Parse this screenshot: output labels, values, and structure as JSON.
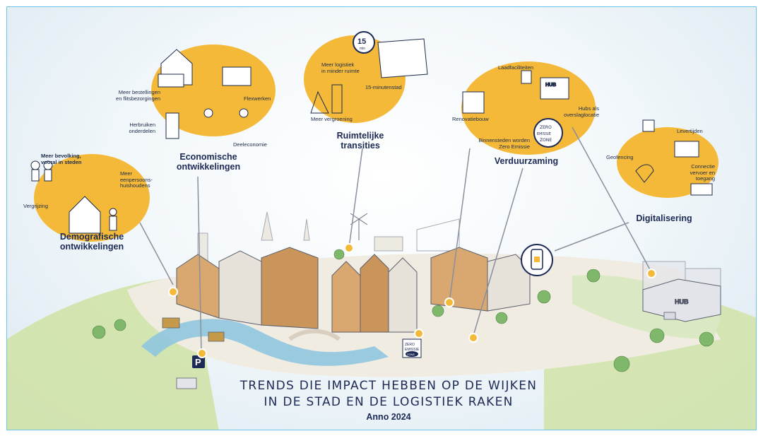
{
  "heading": {
    "line1": "TRENDS DIE IMPACT HEBBEN OP DE WIJKEN",
    "line2": "IN DE STAD EN DE LOGISTIEK RAKEN",
    "year": "Anno 2024"
  },
  "demografisch": {
    "title_line1": "Demografische",
    "title_line2": "ontwikkelingen",
    "bevolking_1": "Meer bevolking,",
    "bevolking_2": "vooral in steden",
    "eenpersoons_1": "Meer",
    "eenpersoons_2": "eenpersoons-",
    "eenpersoons_3": "huishoudens",
    "vergrijzing": "Vergrijzing"
  },
  "economisch": {
    "title_line1": "Economische",
    "title_line2": "ontwikkelingen",
    "bestellingen_1": "Meer bestellingen",
    "bestellingen_2": "en flitsbezorgingen",
    "flexwerken": "Flexwerken",
    "herbruiken_1": "Herbruiken",
    "herbruiken_2": "onderdelen",
    "deeleconomie": "Deeleconomie"
  },
  "ruimtelijk": {
    "title_line1": "Ruimtelijke",
    "title_line2": "transities",
    "clock_number": "15",
    "clock_unit": "min",
    "logistiek_1": "Meer logistiek",
    "logistiek_2": "in minder ruimte",
    "stad15": "15-minutenstad",
    "vergroening": "Meer vergroening"
  },
  "verduurzaming": {
    "title": "Verduurzaming",
    "laadfaciliteiten": "Laadfaciliteiten",
    "hubs_1": "Hubs als",
    "hubs_2": "overslaglocatie",
    "hub_sign": "HUB",
    "renovatiebouw": "Renovatiebouw",
    "binnensteden_1": "Binnensteden worden",
    "binnensteden_2": "Zero Emissie",
    "sign_1": "ZERO",
    "sign_2": "EMISSIE",
    "sign_3": "ZONE"
  },
  "digitalisering": {
    "title": "Digitalisering",
    "levertijden": "Levertijden",
    "geofencing": "Geofencing",
    "connectie_1": "Connectie",
    "connectie_2": "vervoer en",
    "connectie_3": "toegang"
  },
  "scene_signs": {
    "parking": "P",
    "hub": "HUB",
    "zero_1": "ZERO",
    "zero_2": "EMISSIE",
    "zone": "ZONE"
  },
  "colors": {
    "accent_yellow": "#f4b938",
    "navy": "#1c2a55",
    "frame_blue": "#6ec3e6",
    "brick": "#c9955a",
    "green": "#8cc06a"
  }
}
